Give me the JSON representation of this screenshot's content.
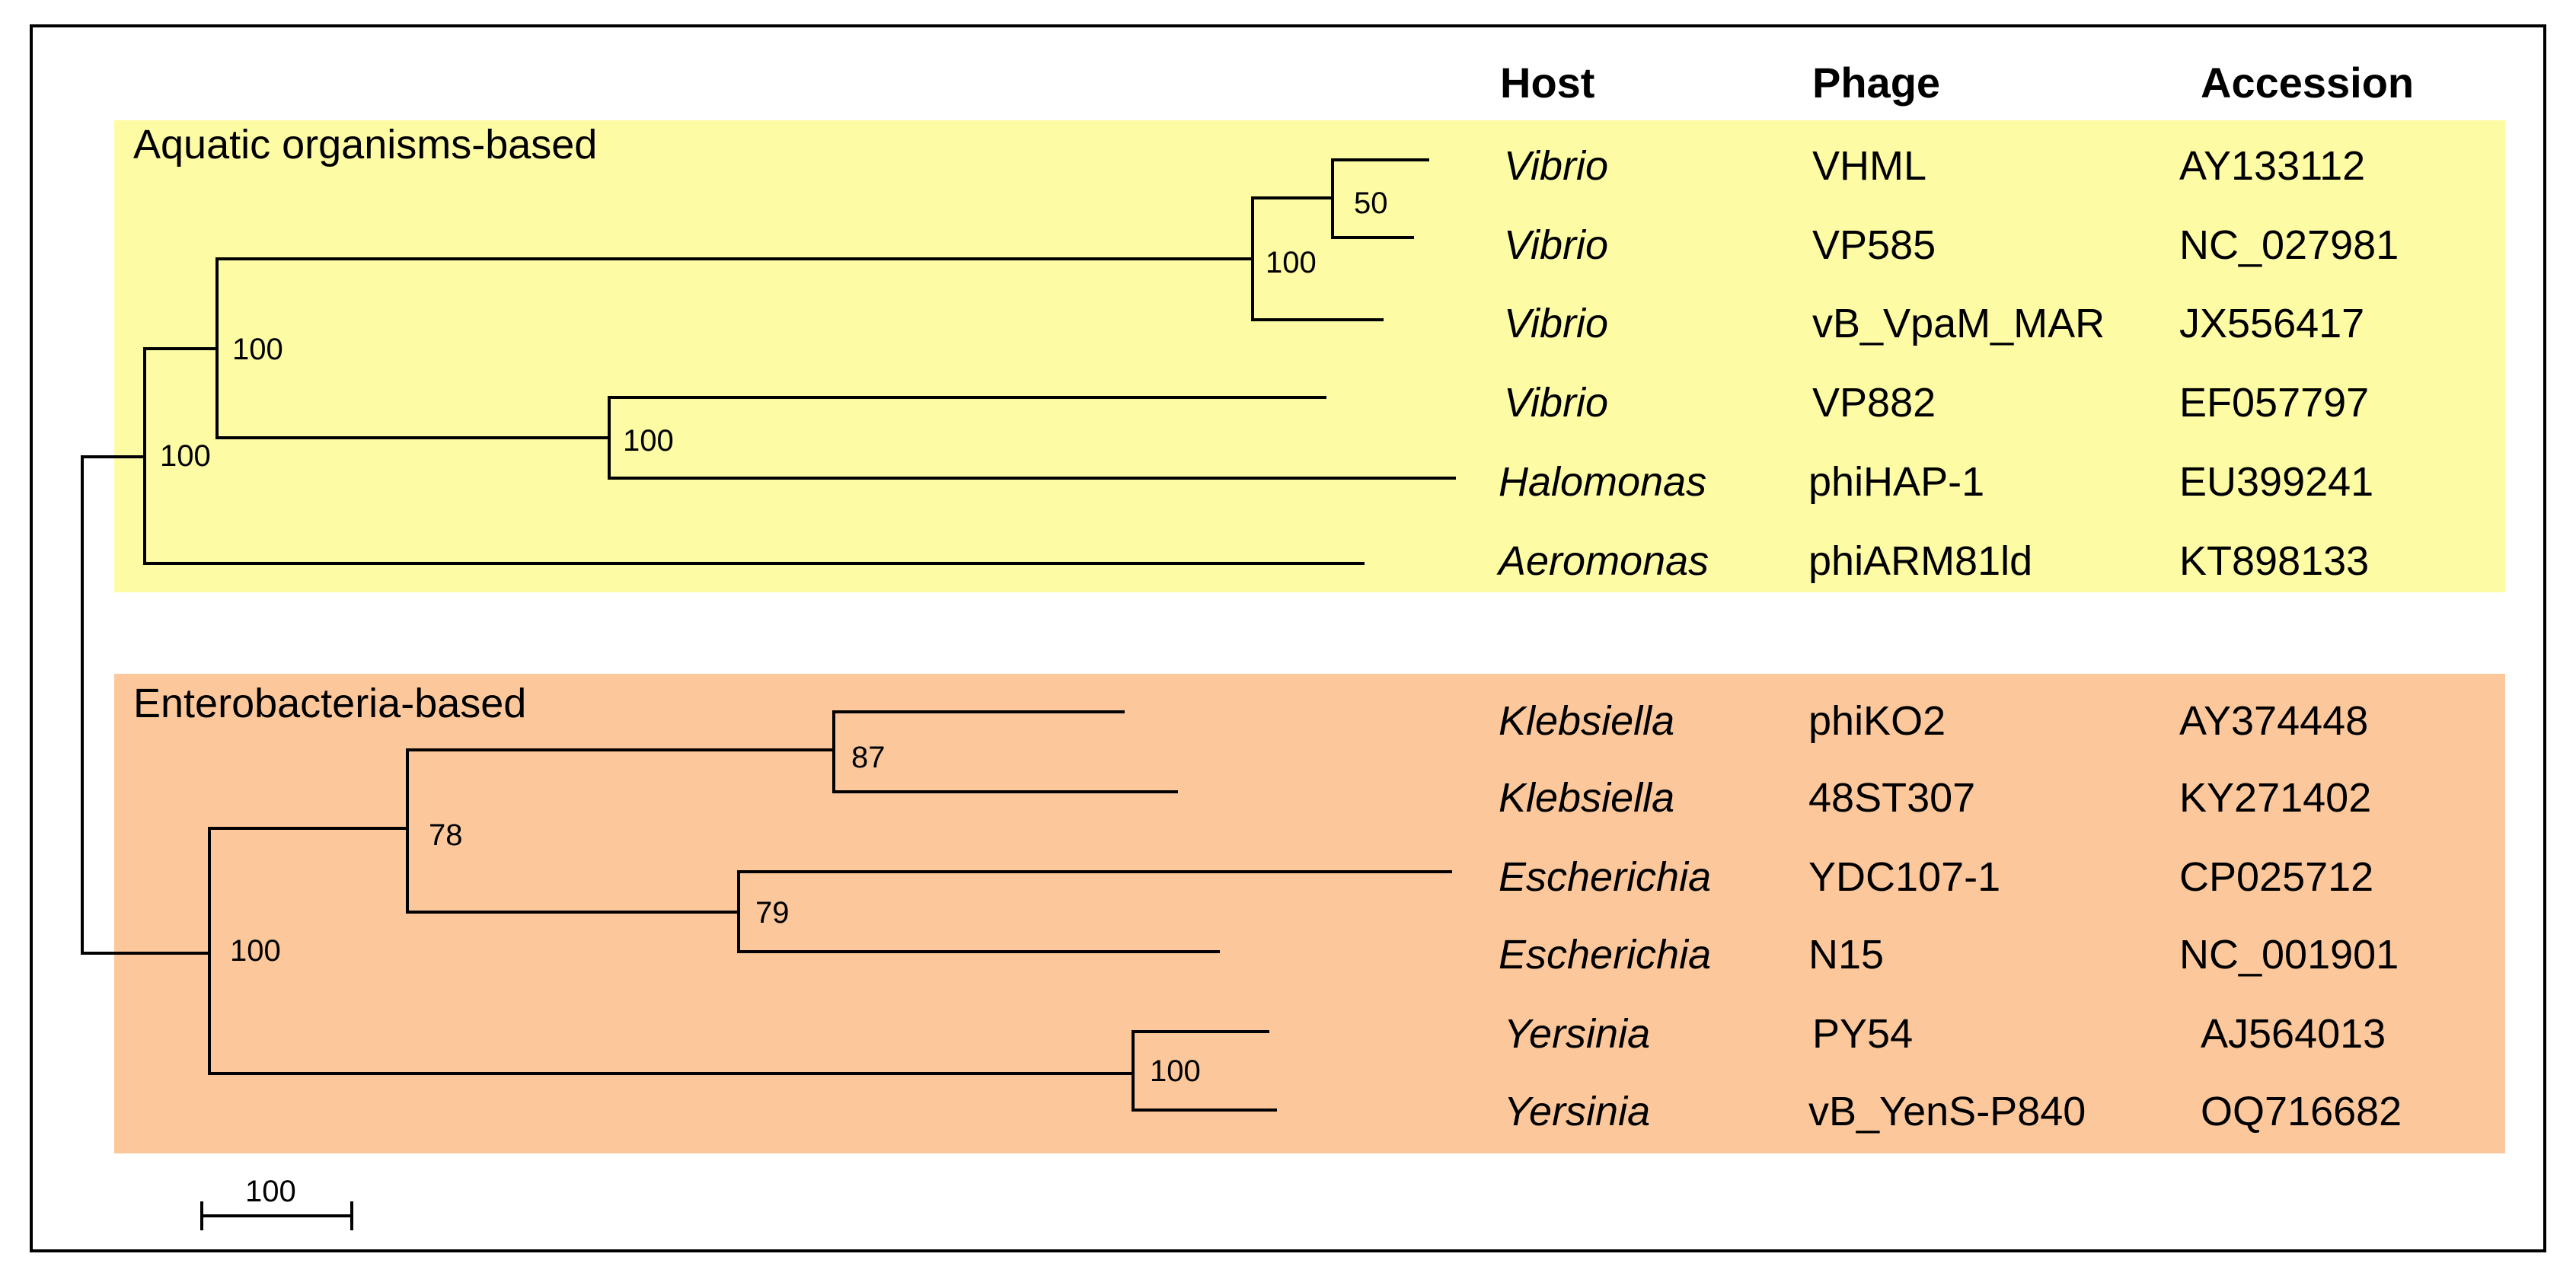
{
  "headers": {
    "host": "Host",
    "phage": "Phage",
    "accession": "Accession"
  },
  "groups": {
    "aquatic": {
      "label": "Aquatic organisms-based",
      "color": "#fdfba4"
    },
    "entero": {
      "label": "Enterobacteria-based",
      "color": "#fcc89b"
    }
  },
  "rows": [
    {
      "host": "Vibrio",
      "phage": "VHML",
      "accession": "AY133112"
    },
    {
      "host": "Vibrio",
      "phage": "VP585",
      "accession": "NC_027981"
    },
    {
      "host": "Vibrio",
      "phage": "vB_VpaM_MAR",
      "accession": "JX556417"
    },
    {
      "host": "Vibrio",
      "phage": "VP882",
      "accession": "EF057797"
    },
    {
      "host": "Halomonas",
      "phage": "phiHAP-1",
      "accession": "EU399241"
    },
    {
      "host": "Aeromonas",
      "phage": "phiARM81ld",
      "accession": "KT898133"
    },
    {
      "host": "Klebsiella",
      "phage": "phiKO2",
      "accession": "AY374448"
    },
    {
      "host": "Klebsiella",
      "phage": "48ST307",
      "accession": "KY271402"
    },
    {
      "host": "Escherichia",
      "phage": "YDC107-1",
      "accession": "CP025712"
    },
    {
      "host": "Escherichia",
      "phage": "N15",
      "accession": "NC_001901"
    },
    {
      "host": "Yersinia",
      "phage": "PY54",
      "accession": "AJ564013"
    },
    {
      "host": "Yersinia",
      "phage": "vB_YenS-P840",
      "accession": "OQ716682"
    }
  ],
  "bootstrap": {
    "vhml_vp585": "50",
    "vibrio_three": "100",
    "vp882_halomonas": "100",
    "aquatic_inner": "100",
    "aquatic_clade": "100",
    "klebsiella": "87",
    "escherichia": "79",
    "kleb_esch": "78",
    "yersinia": "100",
    "entero_clade": "100"
  },
  "scale_bar": {
    "label": "100"
  }
}
